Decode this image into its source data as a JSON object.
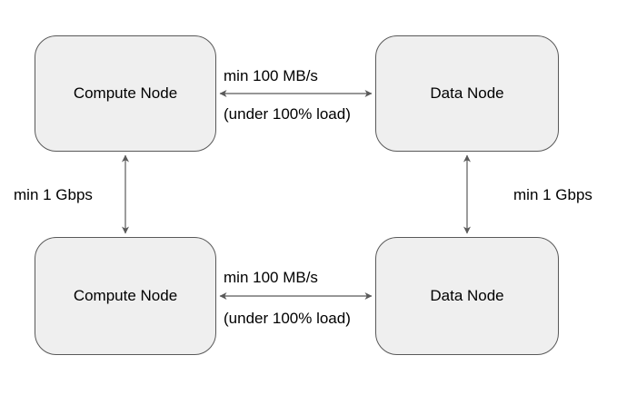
{
  "diagram": {
    "type": "network-topology",
    "nodes": {
      "compute_top": {
        "label": "Compute Node"
      },
      "data_top": {
        "label": "Data Node"
      },
      "compute_bottom": {
        "label": "Compute Node"
      },
      "data_bottom": {
        "label": "Data Node"
      }
    },
    "edges": {
      "top_horizontal": {
        "from": "compute_top",
        "to": "data_top",
        "rate": "min 100 MB/s",
        "condition": "(under 100% load)",
        "direction": "bidirectional"
      },
      "bottom_horizontal": {
        "from": "compute_bottom",
        "to": "data_bottom",
        "rate": "min 100 MB/s",
        "condition": "(under 100% load)",
        "direction": "bidirectional"
      },
      "left_vertical": {
        "from": "compute_top",
        "to": "compute_bottom",
        "rate": "min 1 Gbps",
        "direction": "bidirectional"
      },
      "right_vertical": {
        "from": "data_top",
        "to": "data_bottom",
        "rate": "min 1 Gbps",
        "direction": "bidirectional"
      }
    },
    "colors": {
      "background": "#ffffff",
      "node_fill": "#efefef",
      "node_border": "#595959",
      "arrow": "#595959",
      "text": "#000000"
    }
  }
}
